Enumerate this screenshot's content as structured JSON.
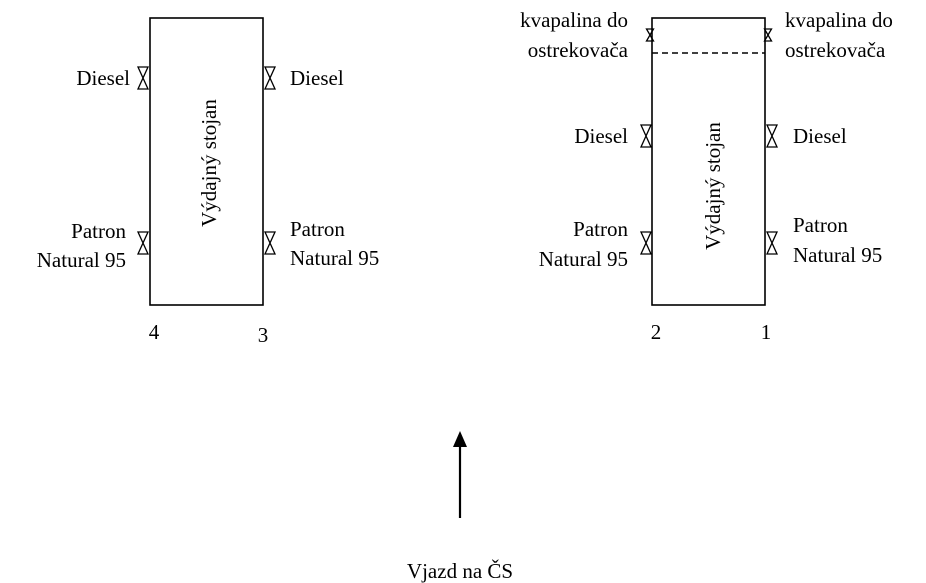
{
  "diagram": {
    "left_stand": {
      "stand_label": "Výdajný stojan",
      "left_side": {
        "diesel": "Diesel",
        "fuel_line1": "Patron",
        "fuel_line2": "Natural 95",
        "position_number": "4"
      },
      "right_side": {
        "diesel": "Diesel",
        "fuel_line1": "Patron",
        "fuel_line2": "Natural 95",
        "position_number": "3"
      }
    },
    "right_stand": {
      "stand_label": "Výdajný stojan",
      "left_side": {
        "washer_line1": "kvapalina do",
        "washer_line2": "ostrekovača",
        "diesel": "Diesel",
        "fuel_line1": "Patron",
        "fuel_line2": "Natural 95",
        "position_number": "2"
      },
      "right_side": {
        "washer_line1": "kvapalina do",
        "washer_line2": "ostrekovača",
        "diesel": "Diesel",
        "fuel_line1": "Patron",
        "fuel_line2": "Natural 95",
        "position_number": "1"
      }
    },
    "entrance_label": "Vjazd na ČS"
  }
}
